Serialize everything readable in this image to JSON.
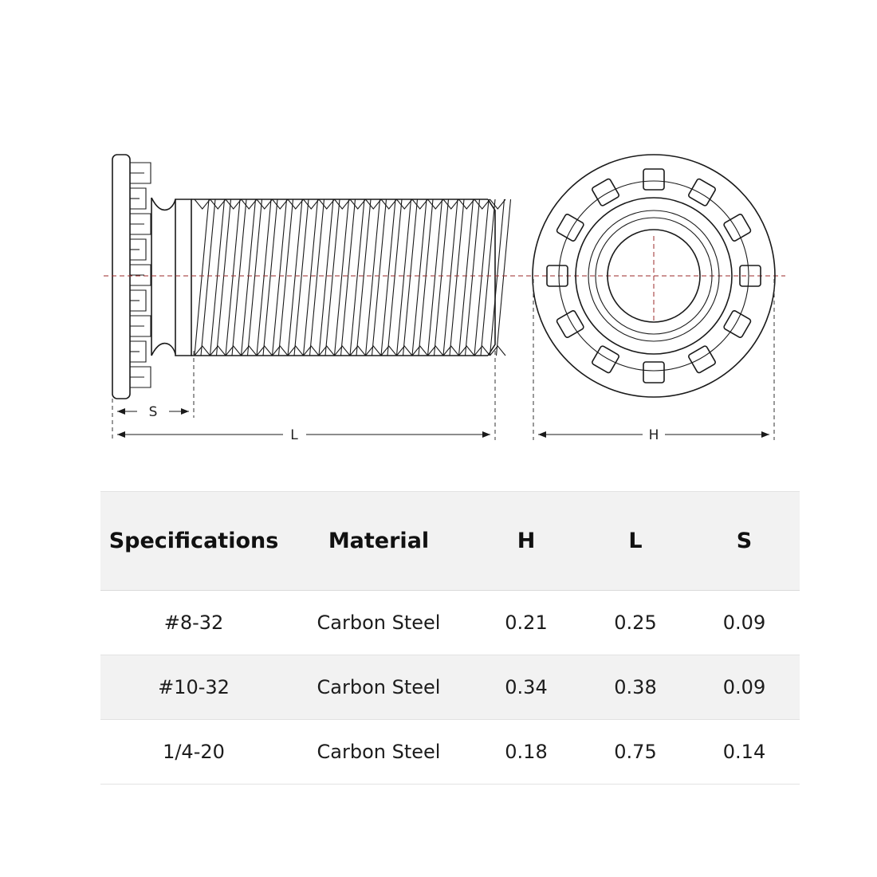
{
  "drawing": {
    "labels": {
      "s": "S",
      "l": "L",
      "h": "H"
    },
    "line_color": "#1a1a1a",
    "centerline_color": "#9b2a2a"
  },
  "table": {
    "headers": [
      "Specifications",
      "Material",
      "H",
      "L",
      "S"
    ],
    "rows": [
      [
        "#8-32",
        "Carbon Steel",
        "0.21",
        "0.25",
        "0.09"
      ],
      [
        "#10-32",
        "Carbon Steel",
        "0.34",
        "0.38",
        "0.09"
      ],
      [
        "1/4-20",
        "Carbon Steel",
        "0.18",
        "0.75",
        "0.14"
      ]
    ],
    "header_background": "#f2f2f2",
    "alt_row_background": "#f2f2f2"
  }
}
